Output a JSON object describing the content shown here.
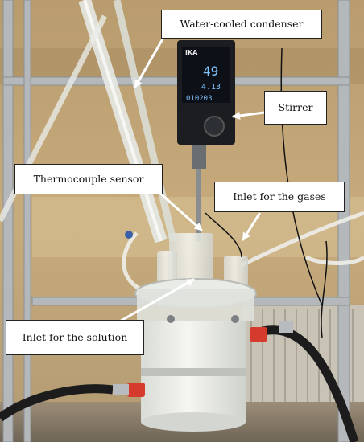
{
  "labels": {
    "condenser": "Water-cooled condenser",
    "stirrer": "Stirrer",
    "thermocouple": "Thermocouple sensor",
    "gases": "Inlet for the gases",
    "solution": "Inlet for the solution"
  },
  "device_display": {
    "brand": "IKA",
    "readout_1": "49",
    "readout_2": "4.13",
    "readout_3": "010203"
  },
  "colors": {
    "accent_red": "#d53a2c",
    "display_blue": "#7fc3ff",
    "hose_black": "#1c1c1c"
  }
}
